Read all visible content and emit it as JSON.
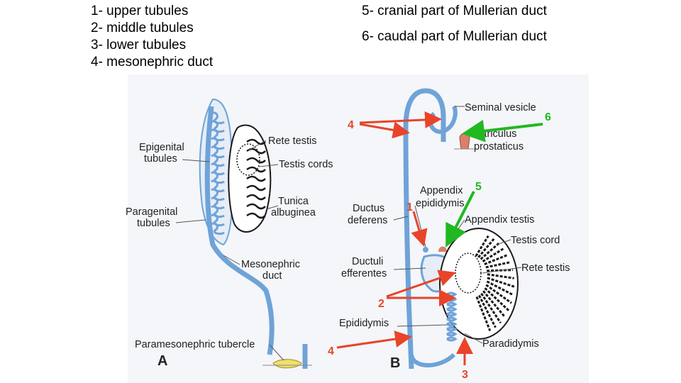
{
  "legend": {
    "left": [
      "1- upper tubules",
      "2- middle tubules",
      "3- lower tubules",
      "4- mesonephric duct"
    ],
    "right": [
      "5- cranial part of Mullerian duct",
      "6- caudal  part of Mullerian duct"
    ]
  },
  "figureA": {
    "panel": "A",
    "labels": {
      "epigenital1": "Epigenital",
      "epigenital2": "tubules",
      "rete": "Rete testis",
      "cords": "Testis cords",
      "tunica1": "Tunica",
      "tunica2": "albuginea",
      "paragenital1": "Paragenital",
      "paragenital2": "tubules",
      "meso1": "Mesonephric",
      "meso2": "duct",
      "tubercle": "Paramesonephric tubercle"
    }
  },
  "figureB": {
    "panel": "B",
    "labels": {
      "seminal": "Seminal vesicle",
      "utric1": "Utriculus",
      "utric2": "prostaticus",
      "appEpi1": "Appendix",
      "appEpi2": "epididymis",
      "ductus1": "Ductus",
      "ductus2": "deferens",
      "appTestis": "Appendix testis",
      "testisCord": "Testis cord",
      "ducEff1": "Ductuli",
      "ducEff2": "efferentes",
      "rete": "Rete testis",
      "epididymis": "Epididymis",
      "paradidymis": "Paradidymis"
    }
  },
  "markers": {
    "n1": "1",
    "n2": "2",
    "n3": "3",
    "n4a": "4",
    "n4b": "4",
    "n5": "5",
    "n6": "6"
  },
  "colors": {
    "duct": "#6fa3d8",
    "ductDark": "#3f6fa8",
    "red": "#e8442a",
    "green": "#22b822",
    "cord": "#1a1a1a",
    "lightBg": "#eaeef4"
  }
}
